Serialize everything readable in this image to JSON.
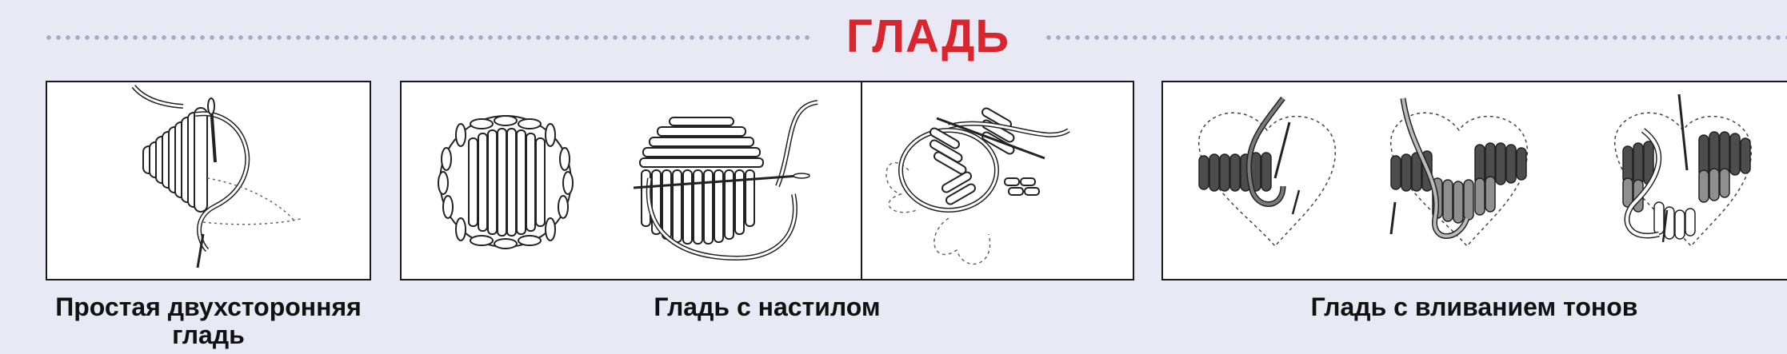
{
  "title": "ГЛАДЬ",
  "colors": {
    "title": "#d8262e",
    "background": "#e9e9f5",
    "frame": "#1a1a1a",
    "thread_dark": "#4d4d4d",
    "thread_light": "#8f8f8f"
  },
  "techniques": [
    {
      "caption": "Простая двухсторонняя гладь"
    },
    {
      "caption": "Гладь с настилом"
    },
    {
      "caption": "Гладь с вливанием тонов"
    }
  ],
  "icons": [
    "needle-icon",
    "thread-icon"
  ]
}
